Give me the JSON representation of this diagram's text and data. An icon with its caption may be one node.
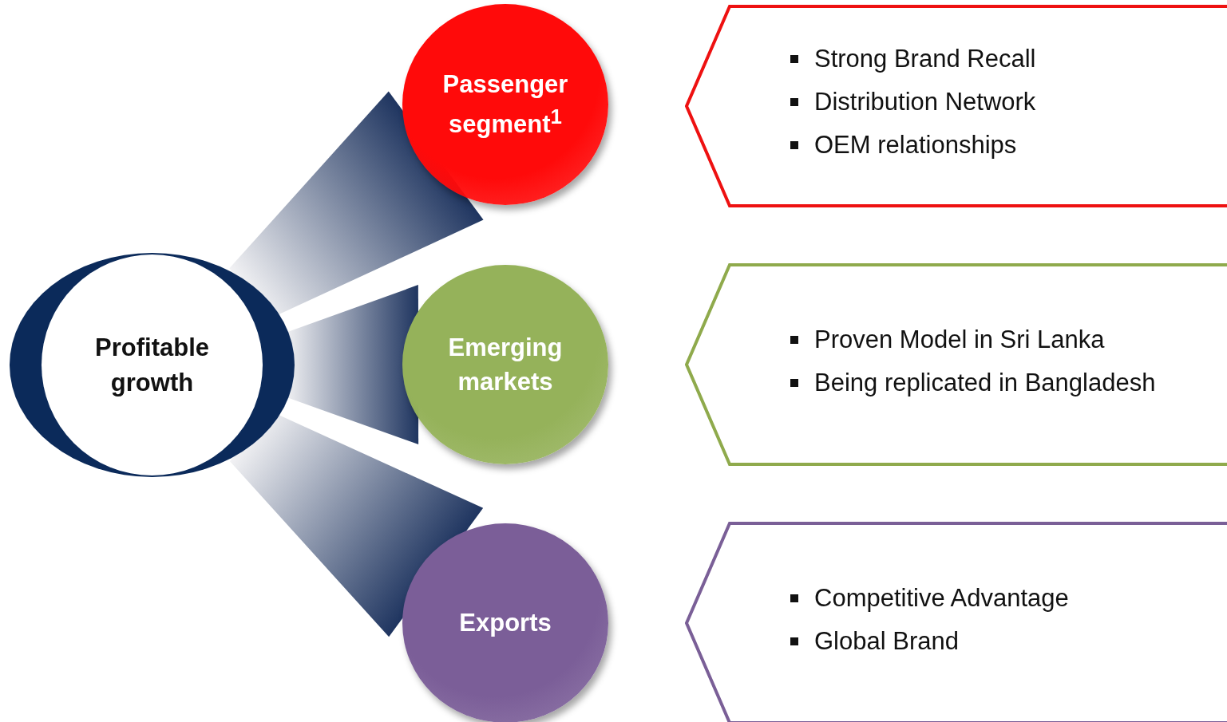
{
  "diagram": {
    "nodes": [
      {
        "text": [
          "Profitable growth"
        ]
      },
      {
        "text": [
          "Passenger segment$^{1}$"
        ]
      },
      {
        "text": [
          "Emerging markets"
        ]
      },
      {
        "text": [
          "Exports"
        ]
      },
      {
        "text": [
          "Strong Brand Recall",
          "Distribution Network",
          "OEM relationships"
        ]
      },
      {
        "text": [
          "Proven Model in Sri Lanka",
          "Being replicated in Bangladesh"
        ]
      },
      {
        "text": [
          "Competitive Advantage",
          "Global Brand"
        ]
      }
    ],
    "edges": [
      {
        "from": 0,
        "to": 1,
        "arrow": "none"
      },
      {
        "from": 0,
        "to": 2,
        "arrow": "none"
      },
      {
        "from": 0,
        "to": 3,
        "arrow": "none"
      }
    ]
  }
}
